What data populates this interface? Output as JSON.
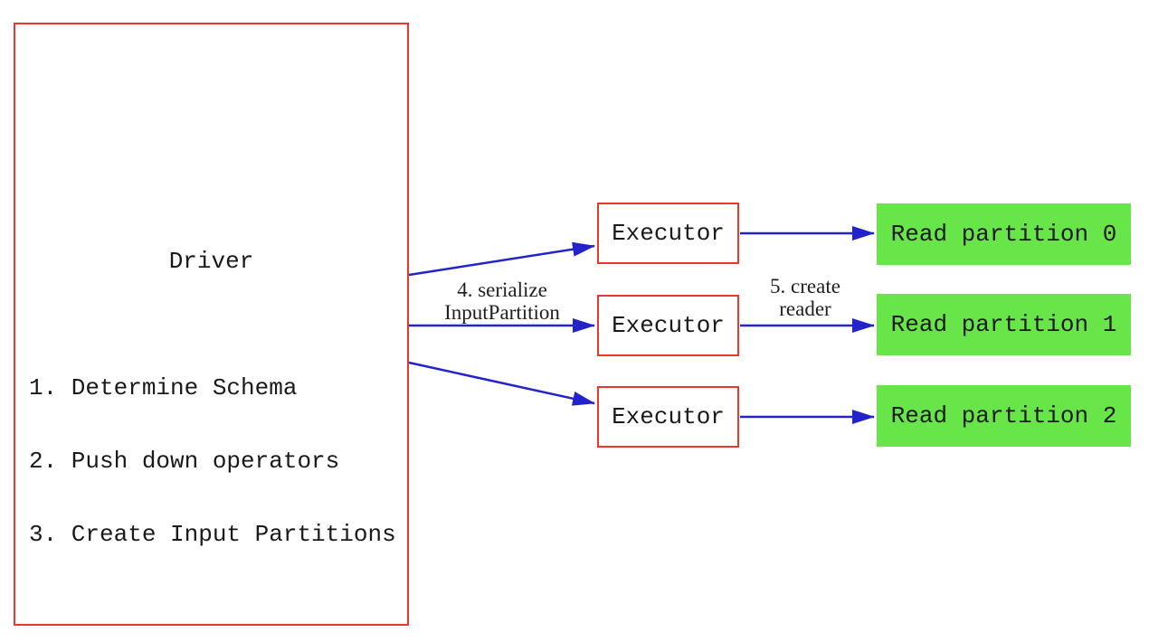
{
  "driver": {
    "title": "Driver",
    "steps": [
      "1. Determine Schema",
      "2. Push down operators",
      "3. Create Input Partitions"
    ]
  },
  "executors": [
    {
      "label": "Executor"
    },
    {
      "label": "Executor"
    },
    {
      "label": "Executor"
    }
  ],
  "partitions": [
    {
      "label": "Read partition 0"
    },
    {
      "label": "Read partition 1"
    },
    {
      "label": "Read partition 2"
    }
  ],
  "annotations": {
    "serialize_line1": "4. serialize",
    "serialize_line2": "InputPartition",
    "reader_line1": "5. create",
    "reader_line2": "reader"
  },
  "colors": {
    "box_border": "#e8382d",
    "arrow": "#2323cc",
    "partition_fill": "#68e548",
    "text": "#1a1a1a",
    "background": "#ffffff"
  }
}
